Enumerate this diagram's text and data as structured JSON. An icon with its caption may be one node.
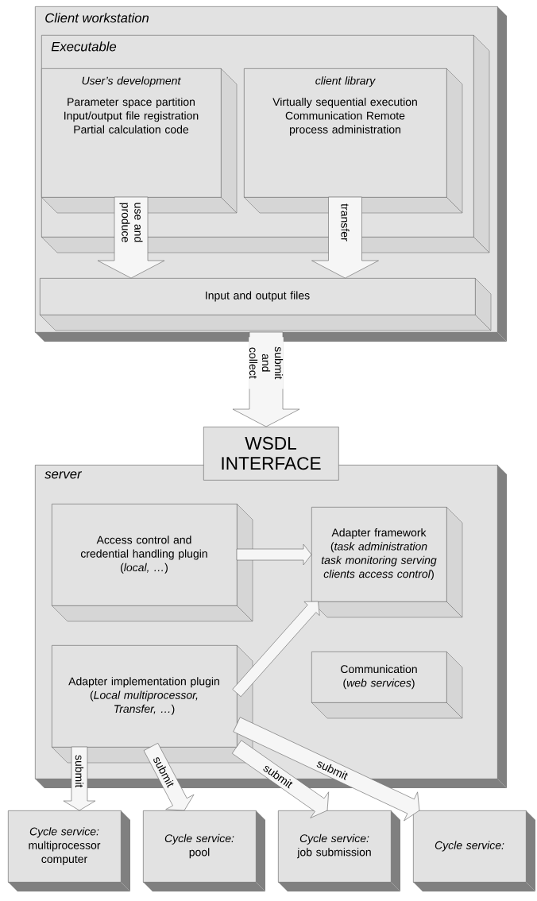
{
  "diagram": {
    "nodes": [
      {
        "text": [
          "Client workstation"
        ]
      },
      {
        "text": [
          "Executable"
        ],
        "in": 0
      },
      {
        "text": [
          "User’s development",
          "Parameter space partition Input/output file registration Partial calculation code"
        ],
        "in": 1
      },
      {
        "text": [
          "client library",
          "Virtually sequential execution Communication Remote process administration"
        ],
        "in": 1
      },
      {
        "text": [
          "Input and output files"
        ],
        "in": 0
      },
      {
        "text": [
          "WSDL INTERFACE"
        ]
      },
      {
        "text": [
          "server"
        ]
      },
      {
        "text": [
          "Access control and credential handling plugin",
          "(*local, …*)"
        ],
        "in": 6
      },
      {
        "text": [
          "Adapter framework",
          "(*task administration task monitoring serving clients access control*)"
        ],
        "in": 6
      },
      {
        "text": [
          "Adapter implementation plugin",
          "(*Local multiprocessor, Transfer, …*)"
        ],
        "in": 6
      },
      {
        "text": [
          "Communication",
          "(*web services*)"
        ],
        "in": 6
      },
      {
        "text": [
          "Cycle service:",
          "multiprocessor computer"
        ]
      },
      {
        "text": [
          "Cycle service:",
          "pool"
        ]
      },
      {
        "text": [
          "Cycle service:",
          "job submission"
        ]
      },
      {
        "text": [
          "Cycle service:"
        ]
      }
    ],
    "edges": [
      {
        "from": 2,
        "to": 4,
        "arrow": "to",
        "label": "use and produce"
      },
      {
        "from": 3,
        "to": 4,
        "arrow": "to",
        "label": "transfer"
      },
      {
        "from": 0,
        "to": 5,
        "arrow": "to",
        "label": "submit and collect"
      },
      {
        "from": 7,
        "to": 8,
        "arrow": "to"
      },
      {
        "from": 9,
        "to": 8,
        "arrow": "to"
      },
      {
        "from": 9,
        "to": 11,
        "arrow": "to",
        "label": "submit"
      },
      {
        "from": 9,
        "to": 12,
        "arrow": "to",
        "label": "submit"
      },
      {
        "from": 9,
        "to": 13,
        "arrow": "to",
        "label": "submit"
      },
      {
        "from": 9,
        "to": 14,
        "arrow": "to",
        "label": "submit"
      }
    ]
  }
}
